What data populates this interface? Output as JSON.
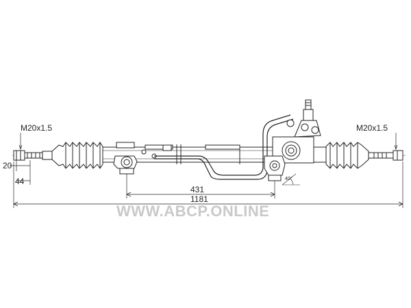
{
  "labels": {
    "thread_left": "M20x1.5",
    "thread_right": "M20x1.5",
    "dim_20": "20",
    "dim_44": "44",
    "dim_431": "431",
    "dim_1181": "1181",
    "angle": "40°"
  },
  "watermark": "WWW.ABCP.ONLINE"
}
